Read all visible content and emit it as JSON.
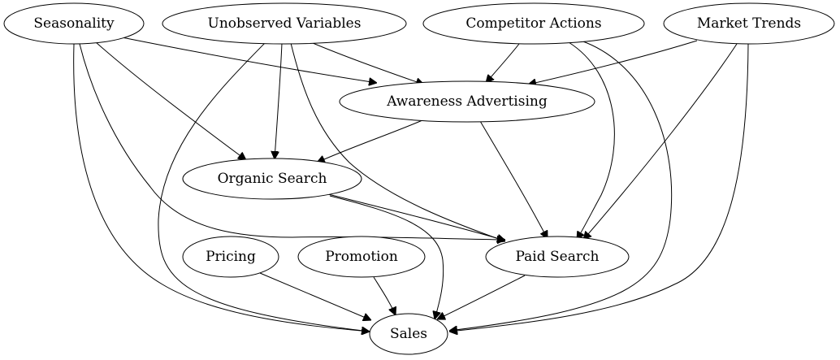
{
  "diagram": {
    "nodes": [
      {
        "id": "seasonality",
        "label": "Seasonality"
      },
      {
        "id": "unobserved_variables",
        "label": "Unobserved Variables"
      },
      {
        "id": "competitor_actions",
        "label": "Competitor Actions"
      },
      {
        "id": "market_trends",
        "label": "Market Trends"
      },
      {
        "id": "awareness_advertising",
        "label": "Awareness Advertising"
      },
      {
        "id": "organic_search",
        "label": "Organic Search"
      },
      {
        "id": "pricing",
        "label": "Pricing"
      },
      {
        "id": "promotion",
        "label": "Promotion"
      },
      {
        "id": "paid_search",
        "label": "Paid Search"
      },
      {
        "id": "sales",
        "label": "Sales"
      }
    ],
    "edges": [
      {
        "from": "seasonality",
        "to": "awareness_advertising"
      },
      {
        "from": "seasonality",
        "to": "organic_search"
      },
      {
        "from": "seasonality",
        "to": "paid_search"
      },
      {
        "from": "seasonality",
        "to": "sales"
      },
      {
        "from": "unobserved_variables",
        "to": "awareness_advertising"
      },
      {
        "from": "unobserved_variables",
        "to": "organic_search"
      },
      {
        "from": "unobserved_variables",
        "to": "paid_search"
      },
      {
        "from": "unobserved_variables",
        "to": "sales"
      },
      {
        "from": "competitor_actions",
        "to": "awareness_advertising"
      },
      {
        "from": "competitor_actions",
        "to": "paid_search"
      },
      {
        "from": "competitor_actions",
        "to": "sales"
      },
      {
        "from": "market_trends",
        "to": "awareness_advertising"
      },
      {
        "from": "market_trends",
        "to": "paid_search"
      },
      {
        "from": "market_trends",
        "to": "sales"
      },
      {
        "from": "awareness_advertising",
        "to": "organic_search"
      },
      {
        "from": "awareness_advertising",
        "to": "paid_search"
      },
      {
        "from": "organic_search",
        "to": "paid_search"
      },
      {
        "from": "organic_search",
        "to": "sales"
      },
      {
        "from": "pricing",
        "to": "sales"
      },
      {
        "from": "promotion",
        "to": "sales"
      },
      {
        "from": "paid_search",
        "to": "sales"
      }
    ]
  }
}
